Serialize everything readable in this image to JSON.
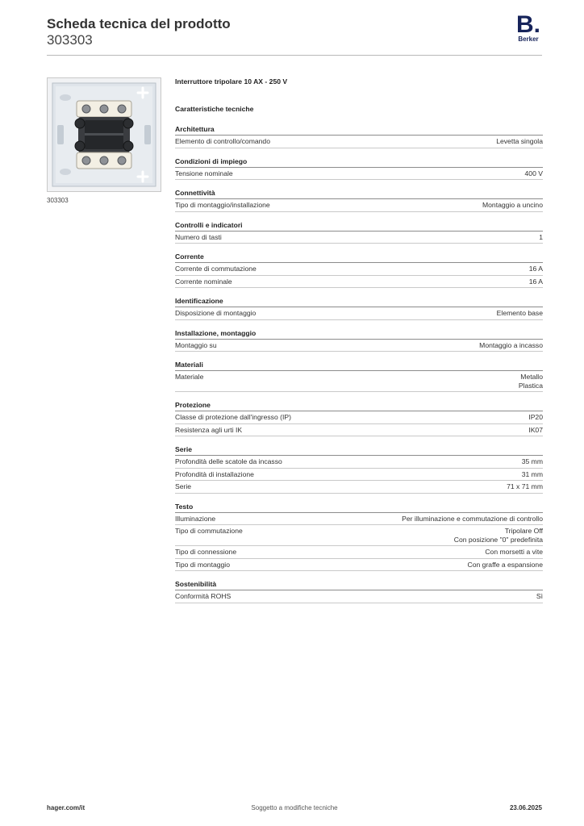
{
  "header": {
    "title": "Scheda tecnica del prodotto",
    "code": "303303",
    "logo_letter": "B.",
    "logo_name": "Berker"
  },
  "image": {
    "caption": "303303",
    "icon": "switch-insert-image"
  },
  "product_name": "Interruttore tripolare 10 AX - 250 V",
  "spec_heading": "Caratteristiche tecniche",
  "sections": [
    {
      "title": "Architettura",
      "rows": [
        {
          "label": "Elemento di controllo/comando",
          "value": [
            "Levetta singola"
          ]
        }
      ]
    },
    {
      "title": "Condizioni di impiego",
      "rows": [
        {
          "label": "Tensione nominale",
          "value": [
            "400 V"
          ]
        }
      ]
    },
    {
      "title": "Connettività",
      "rows": [
        {
          "label": "Tipo di montaggio/installazione",
          "value": [
            "Montaggio a uncino"
          ]
        }
      ]
    },
    {
      "title": "Controlli e indicatori",
      "rows": [
        {
          "label": "Numero di tasti",
          "value": [
            "1"
          ]
        }
      ]
    },
    {
      "title": "Corrente",
      "rows": [
        {
          "label": "Corrente di commutazione",
          "value": [
            "16 A"
          ]
        },
        {
          "label": "Corrente nominale",
          "value": [
            "16 A"
          ]
        }
      ]
    },
    {
      "title": "Identificazione",
      "rows": [
        {
          "label": "Disposizione di montaggio",
          "value": [
            "Elemento base"
          ]
        }
      ]
    },
    {
      "title": "Installazione, montaggio",
      "rows": [
        {
          "label": "Montaggio su",
          "value": [
            "Montaggio a incasso"
          ]
        }
      ]
    },
    {
      "title": "Materiali",
      "rows": [
        {
          "label": "Materiale",
          "value": [
            "Metallo",
            "Plastica"
          ]
        }
      ]
    },
    {
      "title": "Protezione",
      "rows": [
        {
          "label": "Classe di protezione dall'ingresso (IP)",
          "value": [
            "IP20"
          ]
        },
        {
          "label": "Resistenza agli urti IK",
          "value": [
            "IK07"
          ]
        }
      ]
    },
    {
      "title": "Serie",
      "rows": [
        {
          "label": "Profondità delle scatole da incasso",
          "value": [
            "35 mm"
          ]
        },
        {
          "label": "Profondità di installazione",
          "value": [
            "31 mm"
          ]
        },
        {
          "label": "Serie",
          "value": [
            "71 x 71 mm"
          ]
        }
      ]
    },
    {
      "title": "Testo",
      "rows": [
        {
          "label": "Illuminazione",
          "value": [
            "Per illuminazione e commutazione di controllo"
          ]
        },
        {
          "label": "Tipo di commutazione",
          "value": [
            "Tripolare Off",
            "Con posizione \"0\" predefinita"
          ]
        },
        {
          "label": "Tipo di connessione",
          "value": [
            "Con morsetti a vite"
          ]
        },
        {
          "label": "Tipo di montaggio",
          "value": [
            "Con graffe a espansione"
          ]
        }
      ]
    },
    {
      "title": "Sostenibilità",
      "rows": [
        {
          "label": "Conformità ROHS",
          "value": [
            "Sì"
          ]
        }
      ]
    }
  ],
  "footer": {
    "website": "hager.com/it",
    "note": "Soggetto a modifiche tecniche",
    "date": "23.06.2025"
  }
}
